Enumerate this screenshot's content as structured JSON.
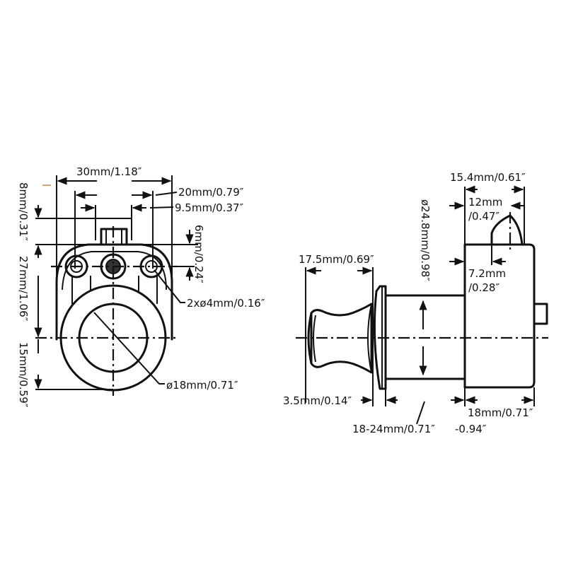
{
  "drawing": {
    "accent_color": "#e8a070",
    "line_color": "#111111",
    "front_view": {
      "dimensions": {
        "overall_width": "30mm/1.18″",
        "hole_spacing": "20mm/0.79″",
        "tab_width": "9.5mm/0.37″",
        "tab_height": "8mm/0.31″",
        "body_height": "27mm/1.06″",
        "bottom_radius_offset": "15mm/0.59″",
        "hole_offset": "6mm/0.24″",
        "mounting_holes": "2xø4mm/0.16″",
        "inner_bore": "ø18mm/0.71″"
      }
    },
    "side_view": {
      "dimensions": {
        "knob_length": "17.5mm/0.69″",
        "barrel_diameter": "ø24.8mm/0.98″",
        "housing_width": "15.4mm/0.61″",
        "latch_offset_line1": "12mm",
        "latch_offset_line2": "/0.47″",
        "latch_width_line1": "7.2mm",
        "latch_width_line2": "/0.28″",
        "flange_thickness": "3.5mm/0.14″",
        "panel_range_line1": "18-24mm/0.71″",
        "panel_range_line2": "-0.94″",
        "housing_depth": "18mm/0.71″"
      }
    }
  }
}
